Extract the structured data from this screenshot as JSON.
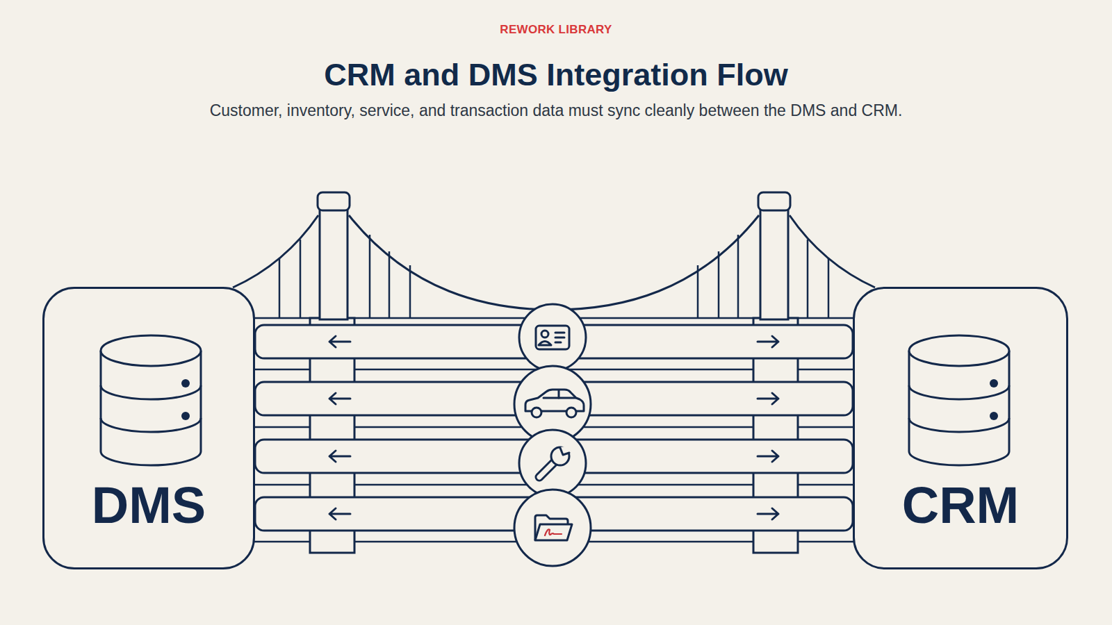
{
  "diagram": {
    "title": "CRM and DMS Integration Flow",
    "caption": "Customer, inventory, service, and transaction data must sync cleanly between the DMS and CRM.",
    "nodes": [
      {
        "text": [
          "DMS"
        ]
      },
      {
        "text": [
          "CRM"
        ]
      }
    ],
    "edges": [
      {
        "from": 0,
        "to": 1,
        "arrow": "both"
      },
      {
        "from": 0,
        "to": 1,
        "arrow": "both"
      },
      {
        "from": 0,
        "to": 1,
        "arrow": "both"
      },
      {
        "from": 0,
        "to": 1,
        "arrow": "both"
      }
    ],
    "labels": [
      "REWORK LIBRARY"
    ]
  }
}
